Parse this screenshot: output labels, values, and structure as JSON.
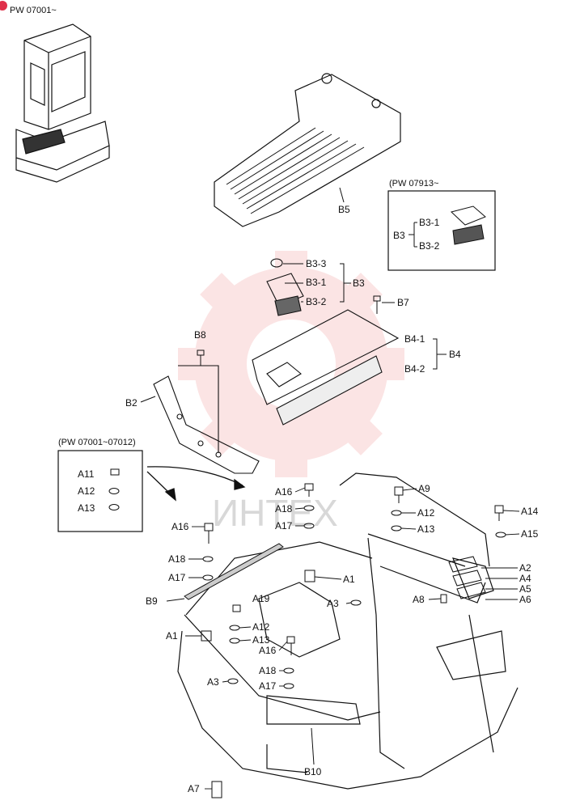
{
  "header": {
    "serial": "PW 07001~"
  },
  "watermark": {
    "text": "ИНТЕХ",
    "color": "#f2a8a8"
  },
  "inset_b3": {
    "range": "(PW 07913~",
    "labels": [
      "B3",
      "B3-1",
      "B3-2"
    ]
  },
  "inset_a11": {
    "range": "(PW 07001~07012)",
    "labels": [
      "A11",
      "A12",
      "A13"
    ]
  },
  "parts": {
    "B5": "B5",
    "B3_3": "B3-3",
    "B3_1": "B3-1",
    "B3_2": "B3-2",
    "B3": "B3",
    "B7": "B7",
    "B8": "B8",
    "B4_1": "B4-1",
    "B4_2": "B4-2",
    "B4": "B4",
    "B2": "B2",
    "A16a": "A16",
    "A18a": "A18",
    "A17a": "A17",
    "A9": "A9",
    "A12a": "A12",
    "A13a": "A13",
    "A14": "A14",
    "A15": "A15",
    "A16b": "A16",
    "A18b": "A18",
    "A17b": "A17",
    "A1a": "A1",
    "B9": "B9",
    "A19": "A19",
    "A3a": "A3",
    "A8": "A8",
    "A2": "A2",
    "A4": "A4",
    "A5": "A5",
    "A6": "A6",
    "A1b": "A1",
    "A12b": "A12",
    "A13b": "A13",
    "A16c": "A16",
    "A18c": "A18",
    "A3b": "A3",
    "A17c": "A17",
    "B10": "B10",
    "A7": "A7"
  },
  "colors": {
    "ink": "#111111",
    "badge": "#e0304a"
  }
}
